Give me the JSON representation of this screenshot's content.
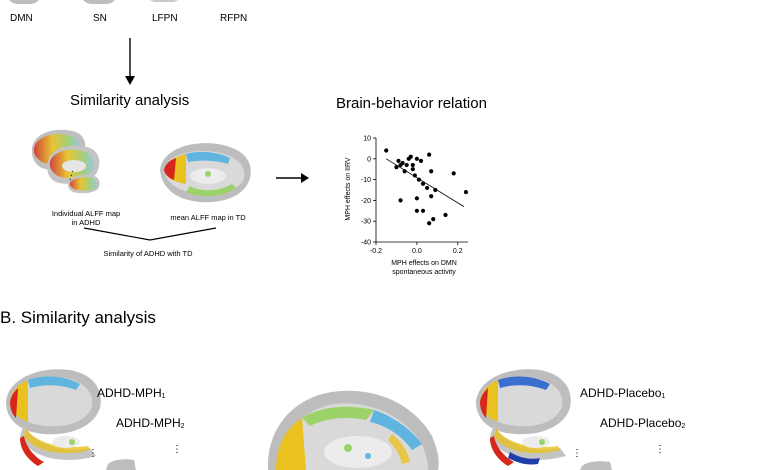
{
  "networks": [
    "DMN",
    "SN",
    "LFPN",
    "RFPN"
  ],
  "similarity_title": "Similarity analysis",
  "brain_behavior_title": "Brain-behavior relation",
  "individual_map_label": "Individual ALFF map in ADHD",
  "mean_map_label": "mean ALFF map in TD",
  "similarity_caption": "Similarity of ADHD with TD",
  "section_b_title": "B. Similarity analysis",
  "conditions": {
    "mph": [
      {
        "label": "ADHD-MPH",
        "sub": "1"
      },
      {
        "label": "ADHD-MPH",
        "sub": "2"
      }
    ],
    "placebo": [
      {
        "label": "ADHD-Placebo",
        "sub": "1"
      },
      {
        "label": "ADHD-Placebo",
        "sub": "2"
      }
    ]
  },
  "ellipsis": "⋮",
  "chart_data": {
    "type": "scatter",
    "xlabel": "MPH effects on DMN spontaneous activity",
    "ylabel": "MPH effects on IIRV",
    "xlim": [
      -0.2,
      0.25
    ],
    "ylim": [
      -40,
      10
    ],
    "xticks": [
      -0.2,
      0.0,
      0.2
    ],
    "xtick_labels": [
      "-0.2",
      "0.0",
      "0.2"
    ],
    "yticks": [
      -40,
      -30,
      -20,
      -10,
      0,
      10
    ],
    "grid": false,
    "points": [
      [
        -0.15,
        4
      ],
      [
        -0.1,
        -4
      ],
      [
        -0.09,
        -1
      ],
      [
        -0.08,
        -3
      ],
      [
        -0.07,
        -2
      ],
      [
        -0.06,
        -6
      ],
      [
        -0.05,
        -3
      ],
      [
        -0.04,
        0
      ],
      [
        -0.03,
        1
      ],
      [
        -0.02,
        -3
      ],
      [
        -0.02,
        -5
      ],
      [
        -0.01,
        -8
      ],
      [
        0.0,
        0
      ],
      [
        0.01,
        -10
      ],
      [
        0.02,
        -1
      ],
      [
        0.03,
        -12
      ],
      [
        0.05,
        -14
      ],
      [
        0.06,
        2
      ],
      [
        0.07,
        -6
      ],
      [
        0.07,
        -18
      ],
      [
        0.09,
        -15
      ],
      [
        -0.08,
        -20
      ],
      [
        0.0,
        -19
      ],
      [
        0.03,
        -25
      ],
      [
        0.0,
        -25
      ],
      [
        0.08,
        -29
      ],
      [
        0.06,
        -31
      ],
      [
        0.14,
        -27
      ],
      [
        0.18,
        -7
      ],
      [
        0.24,
        -16
      ]
    ],
    "fit_line": [
      [
        -0.15,
        0
      ],
      [
        0.23,
        -23
      ]
    ]
  }
}
